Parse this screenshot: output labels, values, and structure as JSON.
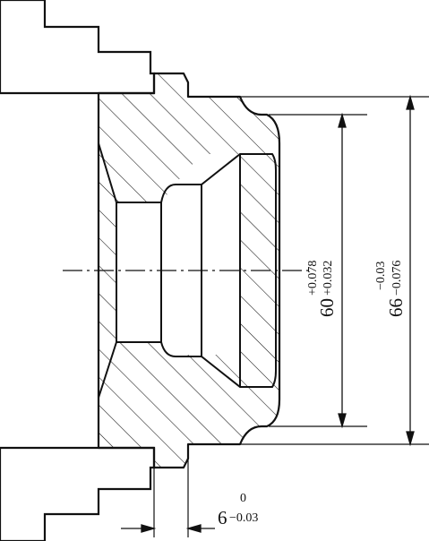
{
  "dimensions": {
    "outer_diameter": {
      "nominal": "66",
      "upper_tol": "−0.03",
      "lower_tol": "−0.076"
    },
    "bore_diameter": {
      "nominal": "60",
      "upper_tol": "+0.078",
      "lower_tol": "+0.032"
    },
    "flange_width": {
      "nominal": "6",
      "upper_tol": "0",
      "lower_tol": "−0.03"
    }
  },
  "colors": {
    "line": "#111111",
    "background": "#ffffff"
  }
}
